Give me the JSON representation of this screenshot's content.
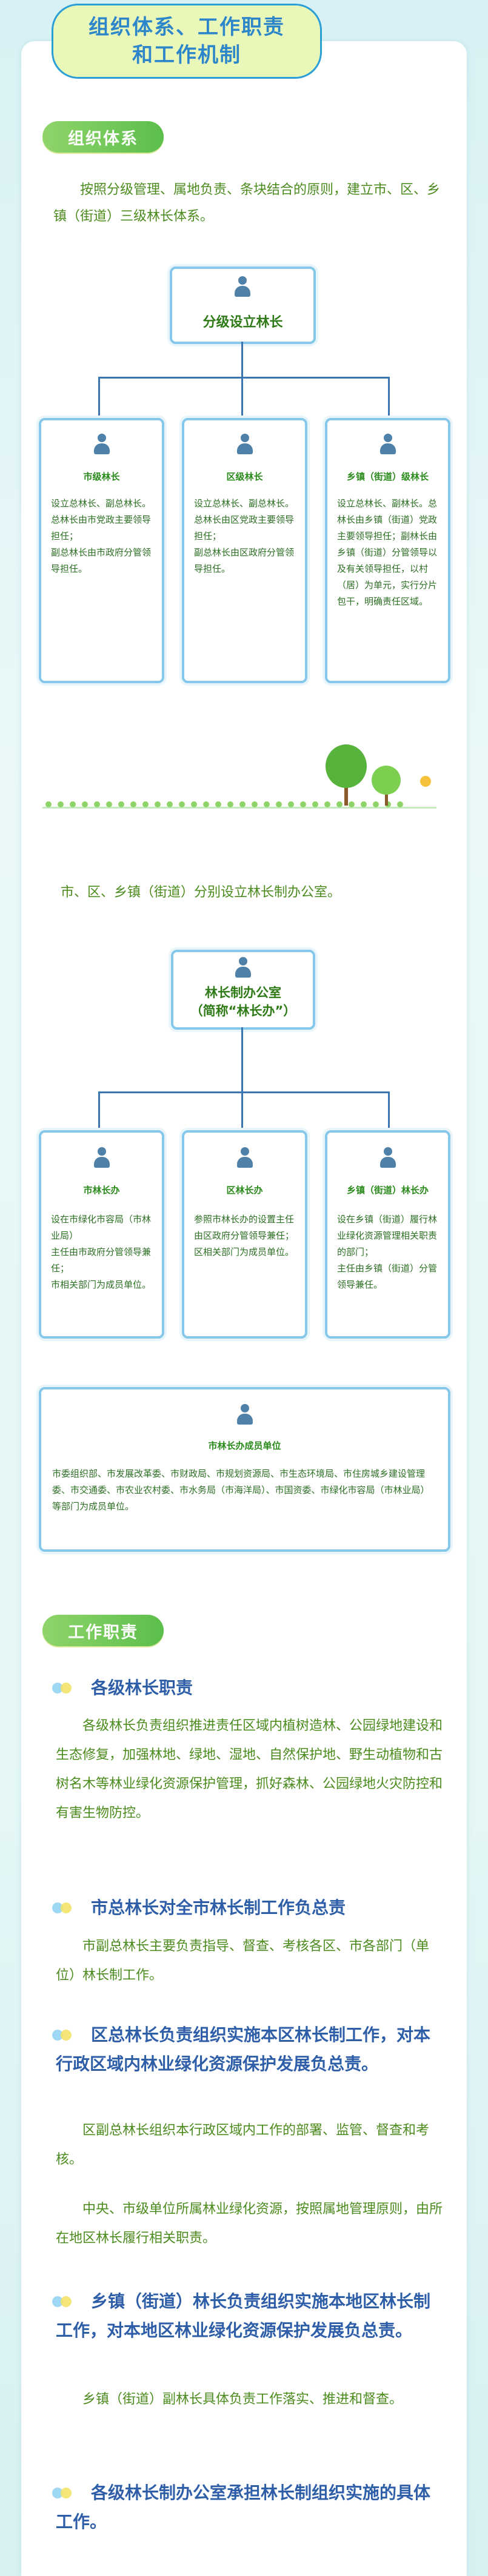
{
  "title": "组织体系、工作职责\n和工作机制",
  "section1": {
    "tag": "组织体系",
    "intro": "按照分级管理、属地负责、条块结合的原则，建立市、区、乡镇（街道）三级林长体系。",
    "top_box": "分级设立林长",
    "boxes": [
      {
        "title": "市级林长",
        "text": "设立总林长、副总林长。\n总林长由市党政主要领导担任；\n副总林长由市政府分管领导担任。"
      },
      {
        "title": "区级林长",
        "text": "设立总林长、副总林长。\n总林长由区党政主要领导担任；\n副总林长由区政府分管领导担任。"
      },
      {
        "title": "乡镇（街道）级林长",
        "text": "设立总林长、副林长。总林长由乡镇（街道）党政主要领导担任；副林长由乡镇（街道）分管领导以及有关领导担任，以村（居）为单元，实行分片包干，明确责任区域。"
      }
    ],
    "office_intro": "市、区、乡镇（街道）分别设立林长制办公室。",
    "office_box": "林长制办公室\n（简称“林长办”）",
    "office_boxes": [
      {
        "title": "市林长办",
        "text": "设在市绿化市容局（市林业局）\n主任由市政府分管领导兼任；\n市相关部门为成员单位。"
      },
      {
        "title": "区林长办",
        "text": "参照市林长办的设置主任由区政府分管领导兼任；\n区相关部门为成员单位。"
      },
      {
        "title": "乡镇（街道）林长办",
        "text": "设在乡镇（街道）履行林业绿化资源管理相关职责的部门；\n主任由乡镇（街道）分管领导兼任。"
      }
    ],
    "members": {
      "title": "市林长办成员单位",
      "text": "市委组织部、市发展改革委、市财政局、市规划资源局、市生态环境局、市住房城乡建设管理委、市交通委、市农业农村委、市水务局（市海洋局）、市国资委、市绿化市容局（市林业局）等部门为成员单位。"
    }
  },
  "section2": {
    "tag": "工作职责",
    "items": [
      {
        "heading": "各级林长职责",
        "body": "各级林长负责组织推进责任区域内植树造林、公园绿地建设和生态修复，加强林地、绿地、湿地、自然保护地、野生动植物和古树名木等林业绿化资源保护管理，抓好森林、公园绿地火灾防控和有害生物防控。"
      },
      {
        "heading": "市总林长对全市林长制工作负总责",
        "body": "市副总林长主要负责指导、督查、考核各区、市各部门（单位）林长制工作。"
      },
      {
        "heading": "区总林长负责组织实施本区林长制工作，对本行政区域内林业绿化资源保护发展负总责。",
        "body": "区副总林长组织本行政区域内工作的部署、监管、督查和考核。"
      },
      {
        "heading": "",
        "body": "中央、市级单位所属林业绿化资源，按照属地管理原则，由所在地区林长履行相关职责。"
      },
      {
        "heading": "乡镇（街道）林长负责组织实施本地区林长制工作，对本地区林业绿化资源保护发展负总责。",
        "body": "乡镇（街道）副林长具体负责工作落实、推进和督查。"
      },
      {
        "heading": "各级林长制办公室承担林长制组织实施的具体工作。",
        "body": ""
      }
    ]
  },
  "colors": {
    "accent_blue": "#2e5ea8",
    "accent_green": "#4c8b1e",
    "tag_green": "#6cc653",
    "border_blue": "#86c8ea"
  }
}
